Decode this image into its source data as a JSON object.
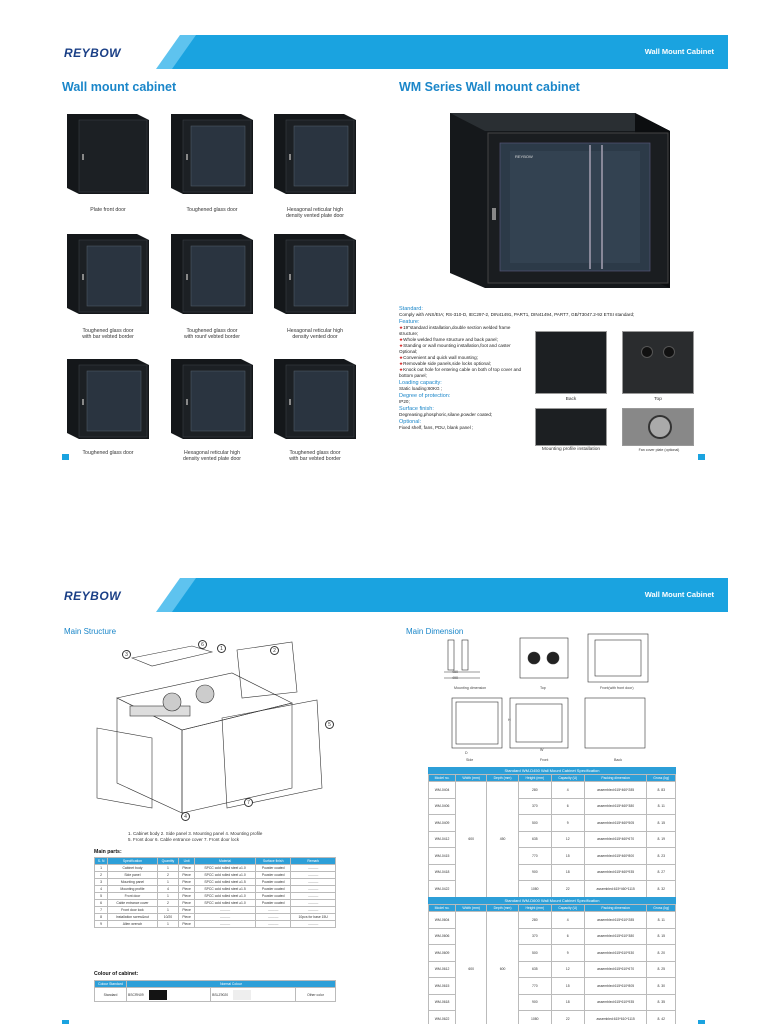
{
  "brand": "REYBOW",
  "header_title": "Wall Mount Cabinet",
  "page1_left": {
    "title": "Wall mount cabinet",
    "labels": [
      "Plate front door",
      "Toughened glass door",
      "Hexagonal reticular high\ndensity vented plate door",
      "Toughened glass door\nwith bar vebted border",
      "Toughened glass door\nwith rounf vebted border",
      "Hexagonal reticular high\ndensity vented door",
      "Toughened glass door",
      "Hexagonal reticular high\ndensity vented plate door",
      "Toughened glass door\nwith bar vebted border"
    ]
  },
  "page1_right": {
    "title": "WM Series Wall mount cabinet",
    "standard_h": "Standard:",
    "standard": "Comply with ANS/EIA;  RS-310-D, IEC297-2, DIN41491, PART1, DIN41494, PART7, GB/T3047.2-92 ETSI standard;",
    "feature_h": "Feature:",
    "features": [
      "19\"standard installation,double section welded frame structure;",
      "Whole welded frame structure and back panel;",
      "Standing or wall mounting installation,foot and caster Optional;",
      "Convenient and quick wall mounting;",
      "Removable side panels,side locks optional;",
      "Knock out hole for entering cable on both of top cover and bottom panel;"
    ],
    "loading_h": "Loading capacity:",
    "loading": "Static loading:60KG ;",
    "protection_h": "Degree of protection:",
    "protection": "IP20;",
    "finish_h": "Surface finish:",
    "finish": "Degreasing,phosphoric,silane,powder coated;",
    "optional_h": "Optional:",
    "optional": "Fixed shelf,  fans,  PDU,  blank panel ;",
    "photo_labels": [
      "Back",
      "Top",
      "Mounting profile installation",
      "Fan cover plate (optional)"
    ]
  },
  "page2_left": {
    "title": "Main Structure",
    "callouts": [
      "6",
      "1",
      "3",
      "2",
      "5",
      "4",
      "7"
    ],
    "legend_line1": "1. Cabinet body   2. Side panel   3. Mounting panel   4. Mounting profile",
    "legend_line2": "5. Front door   6. Cable entrance cover   7. Front door lock",
    "parts_title": "Main parts:",
    "parts_headers": [
      "S. N",
      "Specification",
      "Quantity",
      "Unit",
      "Material",
      "Surface finish",
      "Remark"
    ],
    "parts_rows": [
      [
        "1",
        "Cabinet body",
        "1",
        "Piece",
        "SPCC cold rolled steel ≥1.0",
        "Powder coated",
        "———"
      ],
      [
        "2",
        "Side panel",
        "2",
        "Piece",
        "SPCC cold rolled steel ≥1.0",
        "Powder coated",
        "———"
      ],
      [
        "3",
        "Mounting panel",
        "1",
        "Piece",
        "SPCC cold rolled steel ≥1.5",
        "Powder coated",
        "———"
      ],
      [
        "4",
        "Mounting profile",
        "4",
        "Piece",
        "SPCC cold rolled steel ≥1.5",
        "Powder coated",
        "———"
      ],
      [
        "5",
        "Front door",
        "1",
        "Piece",
        "SPCC cold rolled steel ≥1.0",
        "Powder coated",
        "———"
      ],
      [
        "6",
        "Cable entrance cover",
        "2",
        "Piece",
        "SPCC cold rolled steel ≥1.0",
        "Powder coated",
        "———"
      ],
      [
        "7",
        "Front door lock",
        "1",
        "Piece",
        "———",
        "———",
        "———"
      ],
      [
        "8",
        "Installation screw&nut",
        "10/20",
        "Piece",
        "———",
        "———",
        "10pcs for base 15U"
      ],
      [
        "9",
        "Allen wrench",
        "1",
        "Piece",
        "———",
        "———",
        "———"
      ]
    ],
    "colour_title": "Colour of cabinet:",
    "colour_headers": [
      "Colour Standard",
      "Normal Colour"
    ],
    "colour_row": [
      "Standard",
      "BSCRN09",
      "BSLZ9020",
      "Other color"
    ]
  },
  "page2_right": {
    "title": "Main Dimension",
    "draw_labels": [
      "Mounting dimension",
      "Top",
      "Front(with front door)",
      "Side",
      "Front",
      "Back",
      "450",
      "490",
      "W",
      "D",
      "H"
    ],
    "table1": {
      "caption": "Standard WM-D450 Wall Mount Cabinet Specification",
      "headers": [
        "Model no.",
        "Width (mm)",
        "Depth (mm)",
        "Height (mm)",
        "Capacity (U)",
        "Packing dimension",
        "Gross (kg)"
      ],
      "width": "600",
      "depth": "450",
      "rows": [
        [
          "WM-0404",
          "280",
          "4",
          "assembled:615*460*285",
          "8. 83"
        ],
        [
          "WM-0406",
          "370",
          "6",
          "assembled:615*460*380",
          "8. 11"
        ],
        [
          "WM-0409",
          "500",
          "9",
          "assembled:615*460*505",
          "8. 15"
        ],
        [
          "WM-0412",
          "635",
          "12",
          "assembled:615*460*670",
          "8. 19"
        ],
        [
          "WM-0415",
          "770",
          "15",
          "assembled:615*460*800",
          "8. 23"
        ],
        [
          "WM-0418",
          "900",
          "18",
          "assembled:615*460*935",
          "8. 27"
        ],
        [
          "WM-0422",
          "1080",
          "22",
          "assembled:615*460*1115",
          "8. 32"
        ]
      ]
    },
    "table2": {
      "caption": "Standard WM-D600 Wall Mount Cabinet Specification",
      "headers": [
        "Model no.",
        "Width (mm)",
        "Depth (mm)",
        "Height (mm)",
        "Capacity (U)",
        "Packing dimension",
        "Gross (kg)"
      ],
      "width": "600",
      "depth": "600",
      "rows": [
        [
          "WM-0604",
          "280",
          "4",
          "assembled:615*610*285",
          "8. 11"
        ],
        [
          "WM-0606",
          "370",
          "6",
          "assembled:615*610*380",
          "8. 15"
        ],
        [
          "WM-0609",
          "500",
          "9",
          "assembled:615*610*530",
          "8. 20"
        ],
        [
          "WM-0612",
          "635",
          "12",
          "assembled:615*610*670",
          "8. 25"
        ],
        [
          "WM-0615",
          "770",
          "15",
          "assembled:615*610*805",
          "8. 30"
        ],
        [
          "WM-0618",
          "900",
          "18",
          "assembled:615*610*935",
          "8. 35"
        ],
        [
          "WM-0622",
          "1080",
          "22",
          "assembled:615*610*1115",
          "8. 42"
        ]
      ]
    }
  }
}
